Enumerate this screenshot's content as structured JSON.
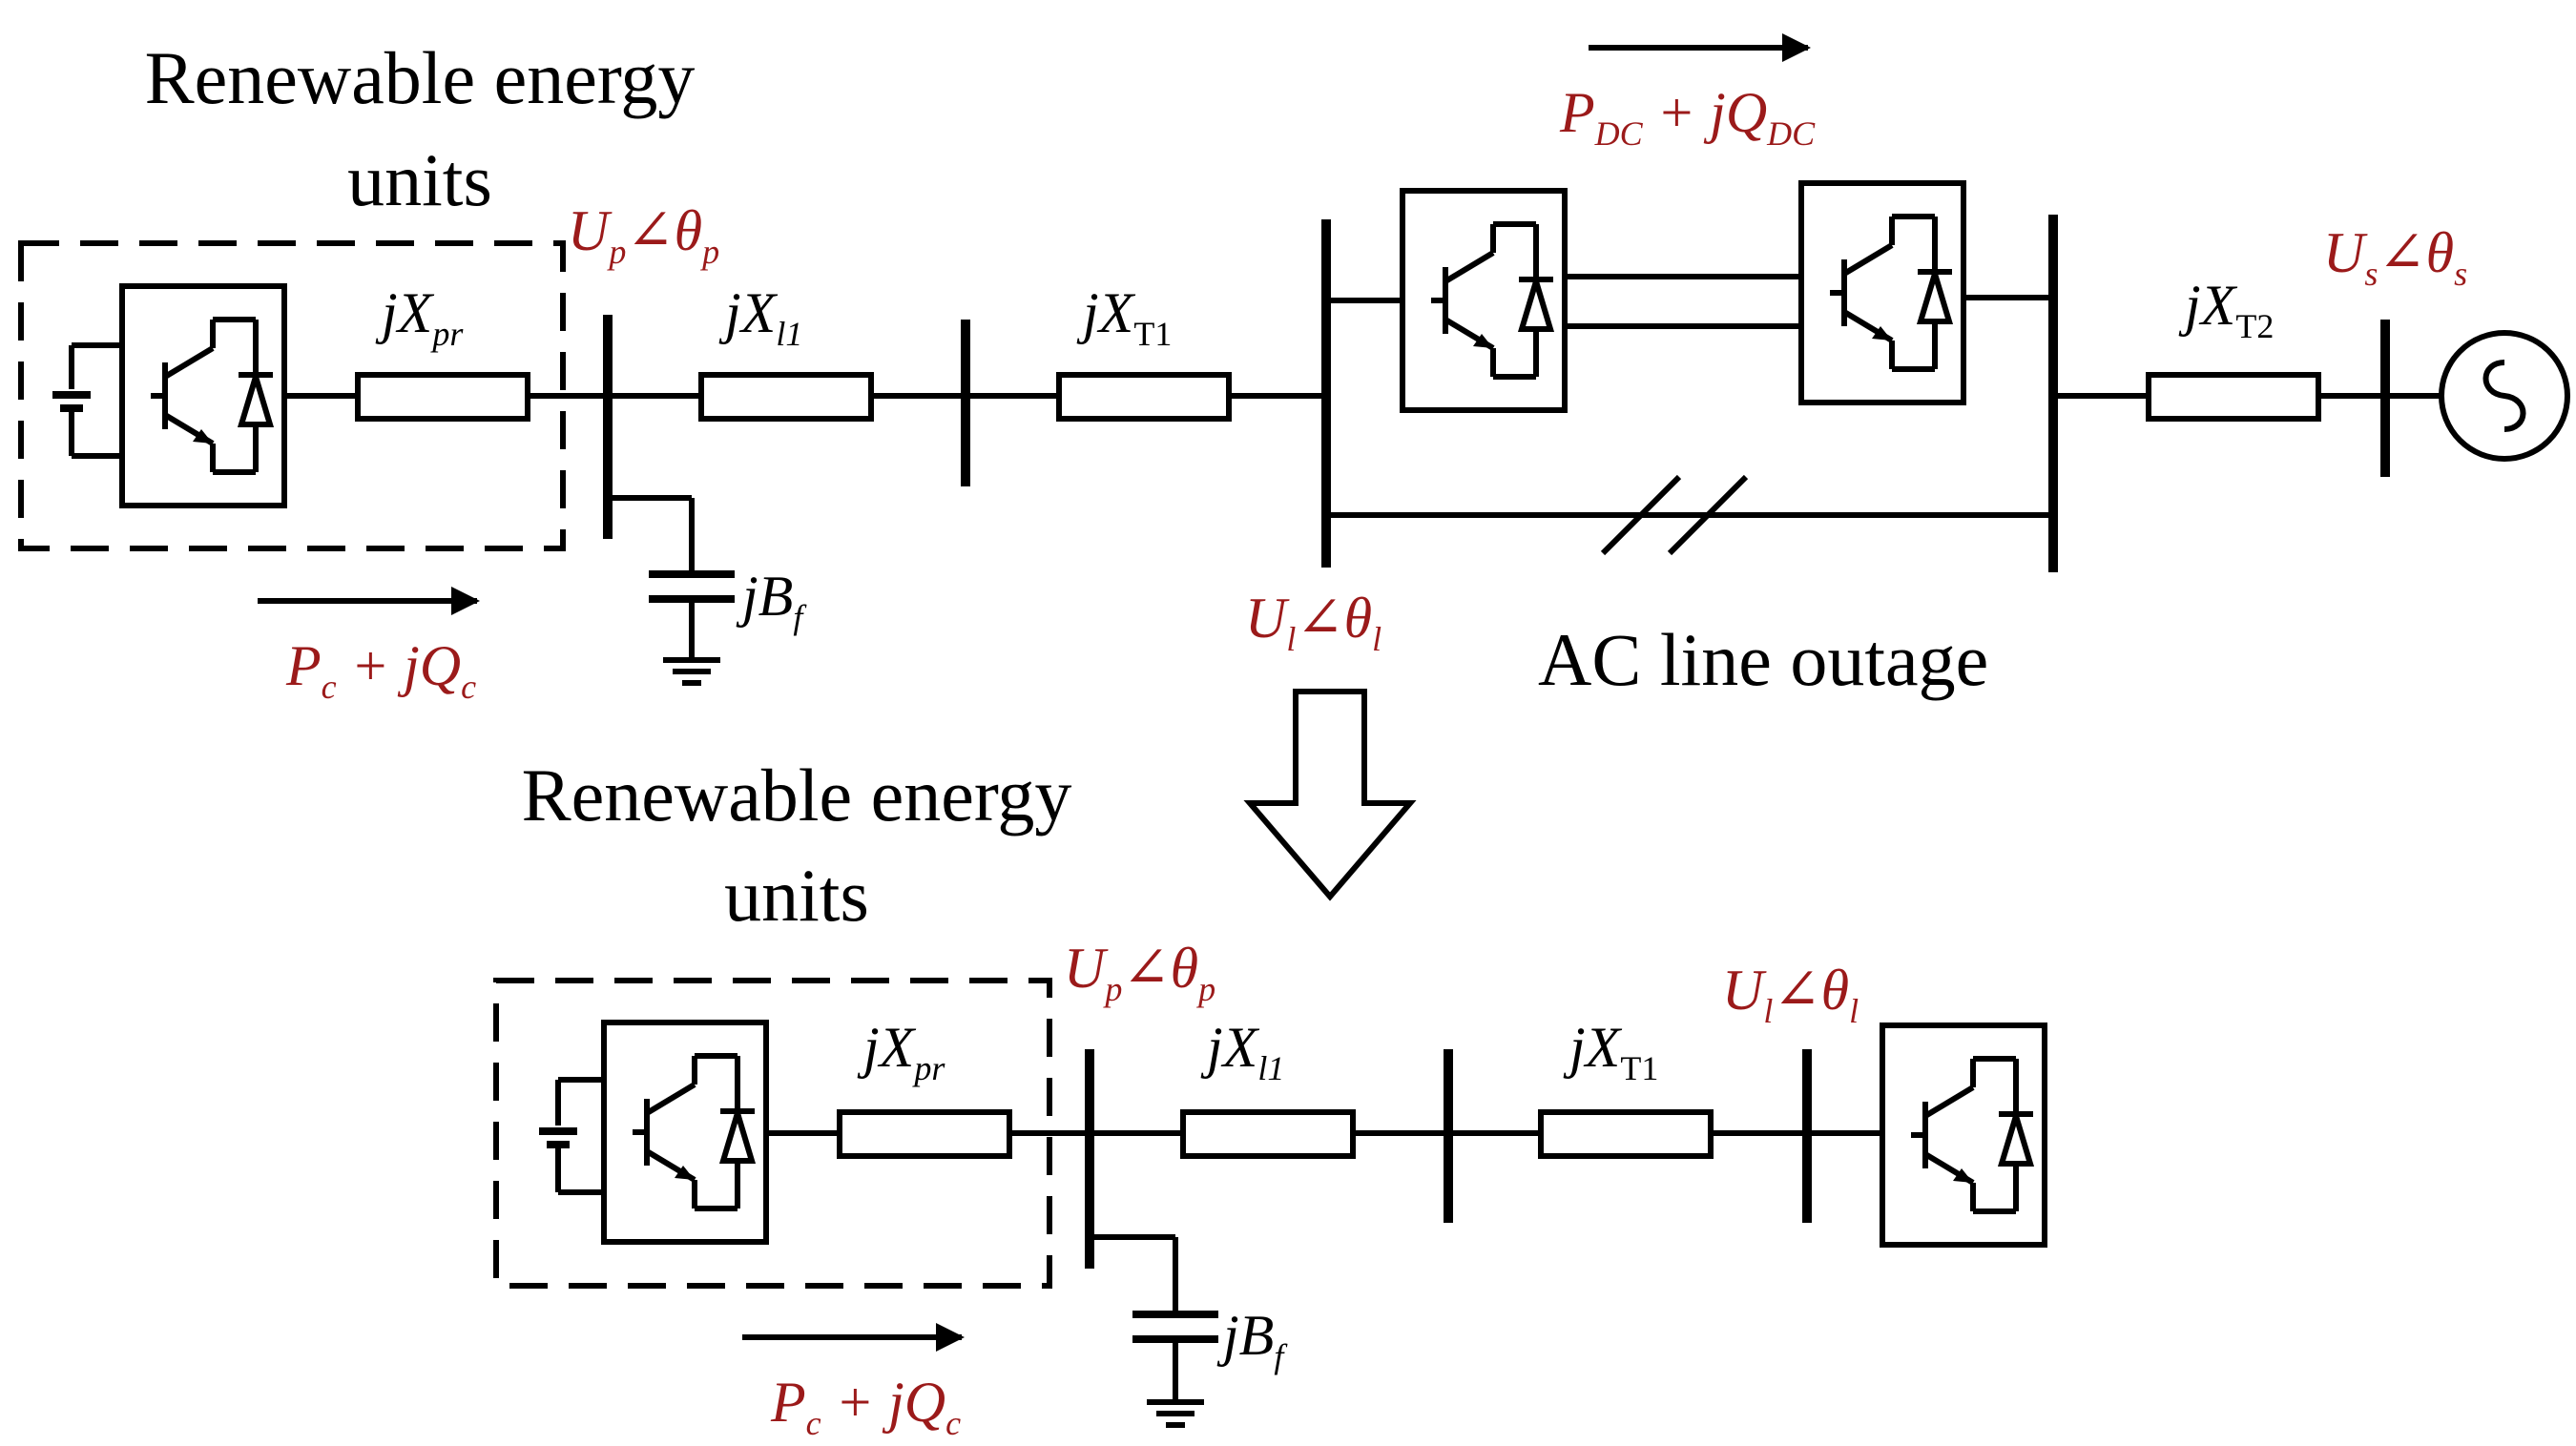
{
  "top": {
    "title_line1": "Renewable energy",
    "title_line2": "units",
    "up": {
      "main": "U",
      "sub": "p",
      "angle": "∠θ",
      "angle_sub": "p"
    },
    "xpr": {
      "main": "jX",
      "sub": "pr"
    },
    "xl1": {
      "main": "jX",
      "sub": "l1"
    },
    "xt1": {
      "main": "jX",
      "sub": "T1"
    },
    "xt2": {
      "main": "jX",
      "sub": "T2"
    },
    "bf": {
      "main": "jB",
      "sub": "f"
    },
    "ul": {
      "main": "U",
      "sub": "l",
      "angle": "∠θ",
      "angle_sub": "l"
    },
    "us": {
      "main": "U",
      "sub": "s",
      "angle": "∠θ",
      "angle_sub": "s"
    },
    "pc": {
      "p": "P",
      "p_sub": "c",
      "plus": " + jQ",
      "q_sub": "c"
    },
    "pdc": {
      "p": "P",
      "p_sub": "DC",
      "plus": " + jQ",
      "q_sub": "DC"
    },
    "outage": "AC line outage"
  },
  "bottom": {
    "title_line1": "Renewable energy",
    "title_line2": "units",
    "up": {
      "main": "U",
      "sub": "p",
      "angle": "∠θ",
      "angle_sub": "p"
    },
    "xpr": {
      "main": "jX",
      "sub": "pr"
    },
    "xl1": {
      "main": "jX",
      "sub": "l1"
    },
    "xt1": {
      "main": "jX",
      "sub": "T1"
    },
    "bf": {
      "main": "jB",
      "sub": "f"
    },
    "ul": {
      "main": "U",
      "sub": "l",
      "angle": "∠θ",
      "angle_sub": "l"
    },
    "pc": {
      "p": "P",
      "p_sub": "c",
      "plus": " + jQ",
      "q_sub": "c"
    }
  },
  "colors": {
    "label_red": "#9b1a1a",
    "line": "#000000"
  }
}
